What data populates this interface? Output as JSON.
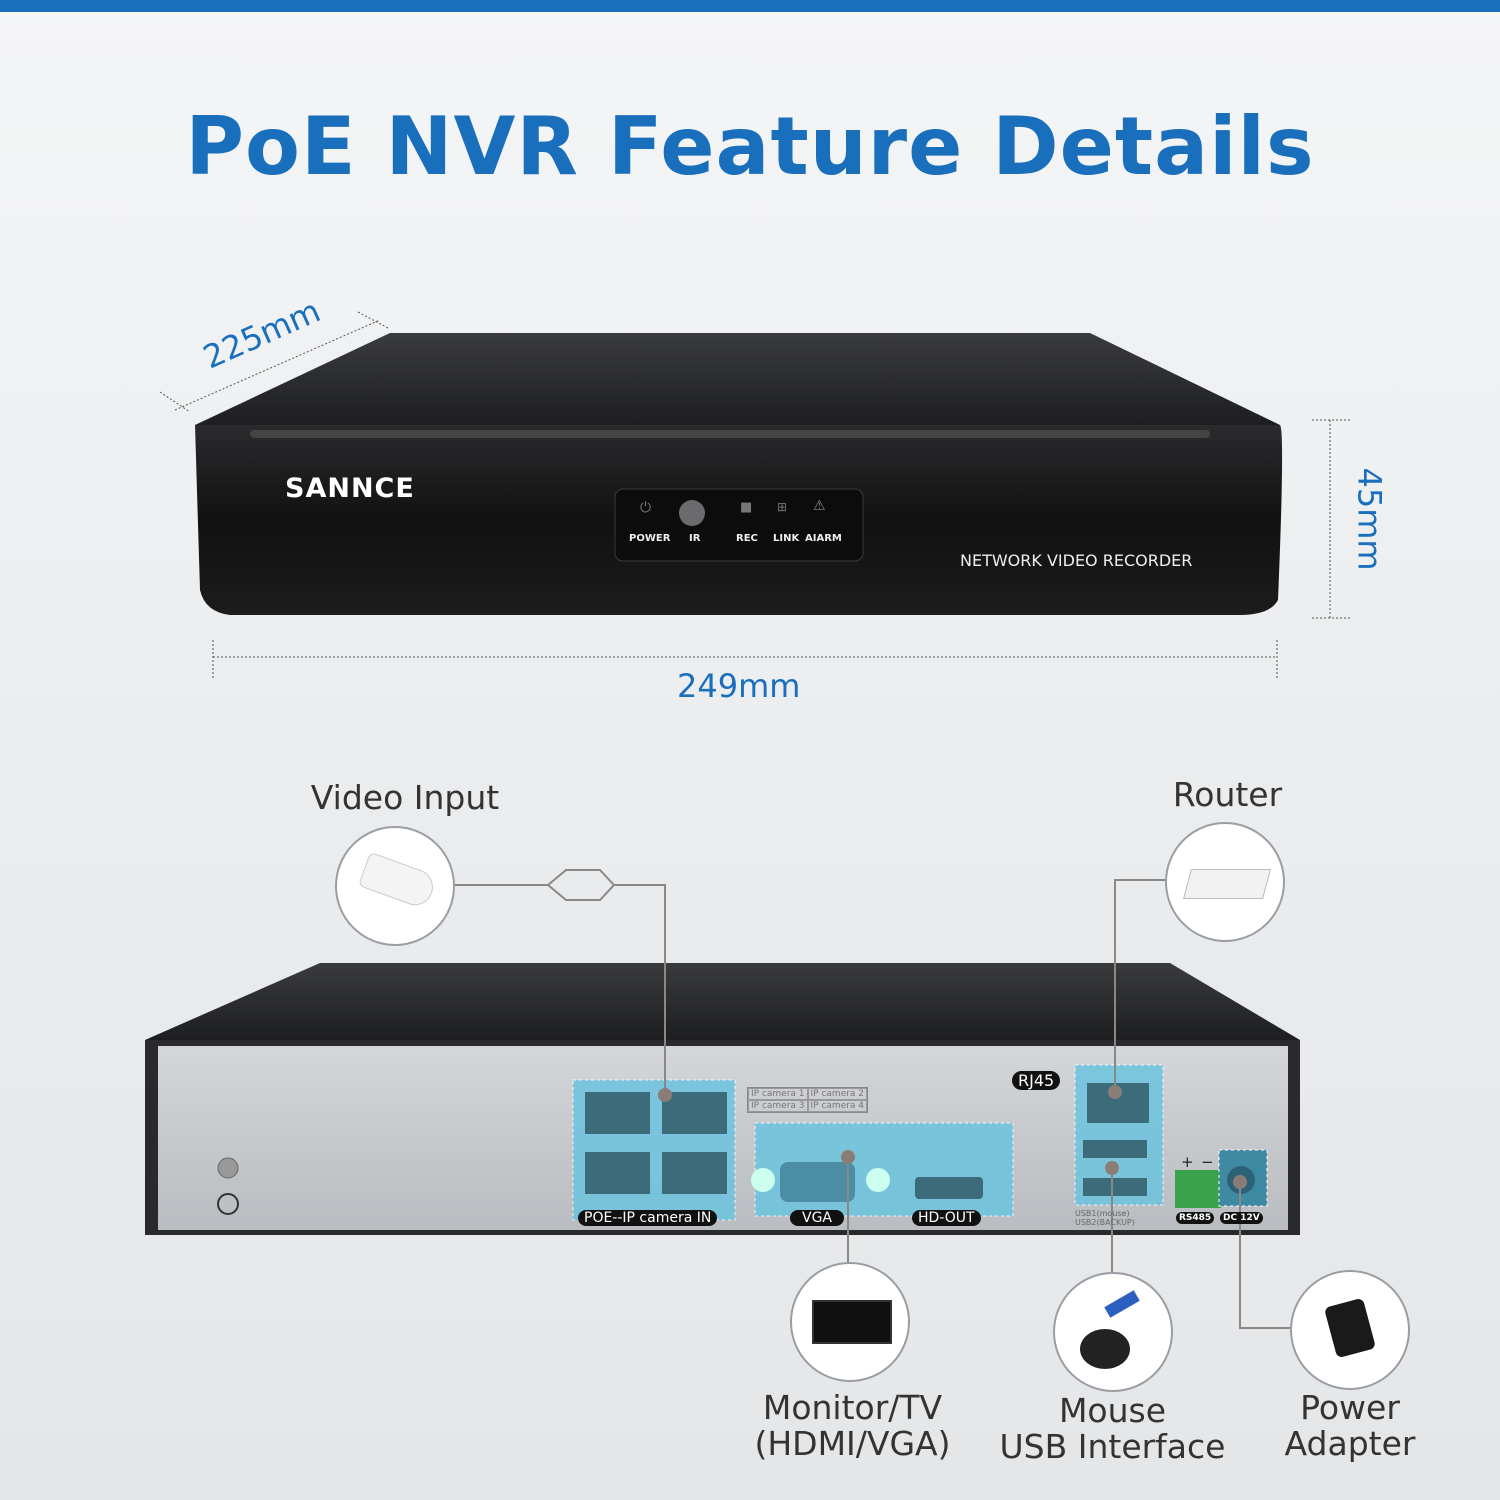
{
  "title": "PoE NVR Feature Details",
  "dimensions": {
    "depth": "225mm",
    "height": "45mm",
    "width": "249mm"
  },
  "front": {
    "brand": "SANNCE",
    "model_text": "NETWORK VIDEO RECORDER",
    "indicators": [
      {
        "label": "POWER",
        "icon": "power-icon"
      },
      {
        "label": "IR",
        "icon": "ir-sensor-icon"
      },
      {
        "label": "REC",
        "icon": "record-icon"
      },
      {
        "label": "LINK",
        "icon": "network-link-icon"
      },
      {
        "label": "AIARM",
        "icon": "alarm-warning-icon"
      }
    ]
  },
  "rear": {
    "poe_label": "POE--IP camera IN",
    "ip_cameras": [
      "IP camera  1",
      "IP camera  2",
      "IP camera  3",
      "IP camera  4"
    ],
    "vga": "VGA",
    "hdmi": "HD-OUT",
    "rj45": "RJ45",
    "usb1": "USB1(mouse)",
    "usb2": "USB2(BACKUP)",
    "rs485": "RS485",
    "dc": "DC 12V",
    "plus": "+",
    "minus": "−"
  },
  "callouts": {
    "video_input": "Video Input",
    "router": "Router",
    "monitor_line1": "Monitor/TV",
    "monitor_line2": "(HDMI/VGA)",
    "mouse_line1": "Mouse",
    "mouse_line2": "USB Interface",
    "power_line1": "Power",
    "power_line2": "Adapter"
  },
  "colors": {
    "accent": "#1a6fbd",
    "highlight": "#6cc4df"
  }
}
